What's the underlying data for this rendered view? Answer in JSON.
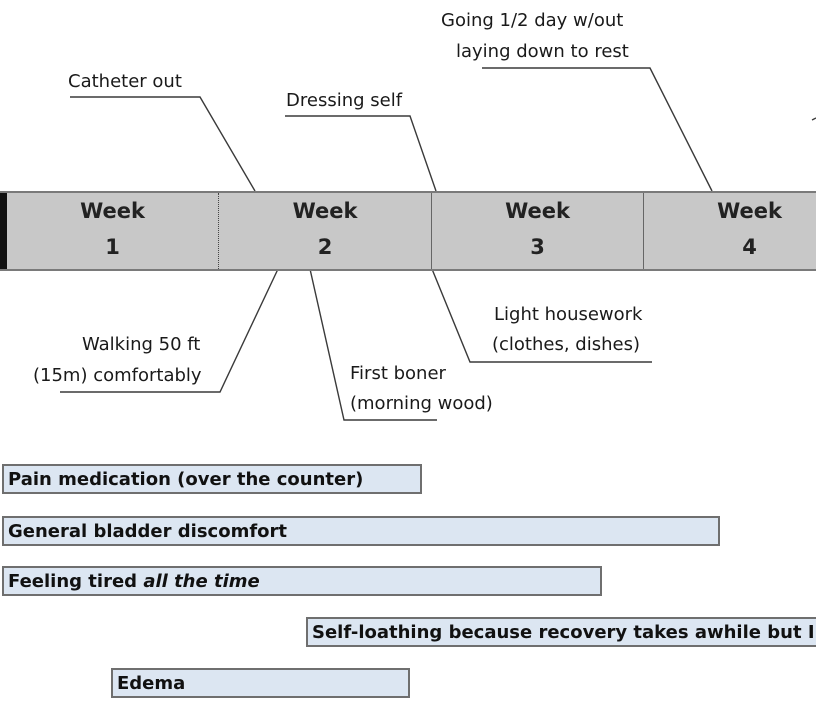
{
  "timeline": {
    "weeks": [
      {
        "label": "Week",
        "number": "1"
      },
      {
        "label": "Week",
        "number": "2"
      },
      {
        "label": "Week",
        "number": "3"
      },
      {
        "label": "Week",
        "number": "4"
      }
    ]
  },
  "milestones_above": {
    "catheter_out": "Catheter out",
    "dressing_self": "Dressing self",
    "going_half_day_line1": "Going 1/2 day w/out",
    "going_half_day_line2": "laying down to rest"
  },
  "milestones_below": {
    "walking_line1": "Walking 50 ft",
    "walking_line2": "(15m) comfortably",
    "first_boner_line1": "First boner",
    "first_boner_line2": "(morning wood)",
    "housework_line1": "Light housework",
    "housework_line2": "(clothes, dishes)"
  },
  "symptom_bars": [
    {
      "text": "Pain medication (over the counter)",
      "emphasis": ""
    },
    {
      "text": "General bladder discomfort",
      "emphasis": ""
    },
    {
      "text": "Feeling tired ",
      "emphasis": "all the time"
    },
    {
      "text": "Self-loathing because recovery takes awhile but I f",
      "emphasis": ""
    },
    {
      "text": "Edema",
      "emphasis": ""
    }
  ],
  "colors": {
    "bar_fill": "#dce6f2",
    "timeline_fill": "#c8c8c8",
    "leader_line": "#3a3a3a"
  }
}
